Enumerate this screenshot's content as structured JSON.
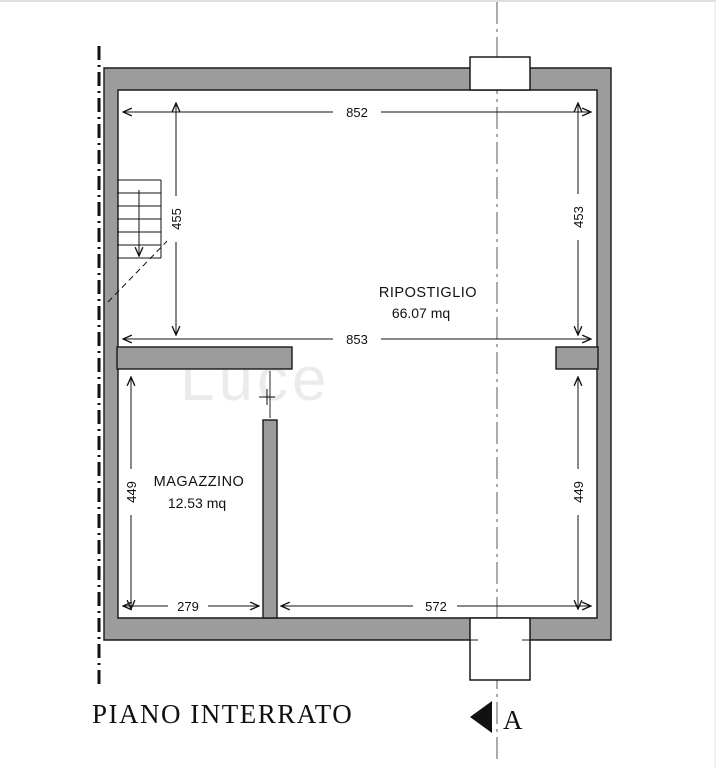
{
  "plan": {
    "title": "PIANO INTERRATO",
    "section_label": "A",
    "watermark": "Luce",
    "rooms": {
      "ripostiglio": {
        "name": "RIPOSTIGLIO",
        "area": "66.07 mq"
      },
      "magazzino": {
        "name": "MAGAZZINO",
        "area": "12.53 mq"
      }
    },
    "dimensions": {
      "top_width": "852",
      "upper_left_height": "455",
      "upper_right_height": "453",
      "middle_width": "853",
      "lower_left_height": "449",
      "lower_right_height": "449",
      "magazzino_width": "279",
      "ripostiglio_lower_width": "572"
    },
    "colors": {
      "wall_fill": "#9c9c9c",
      "line": "#1a1a1a"
    }
  }
}
